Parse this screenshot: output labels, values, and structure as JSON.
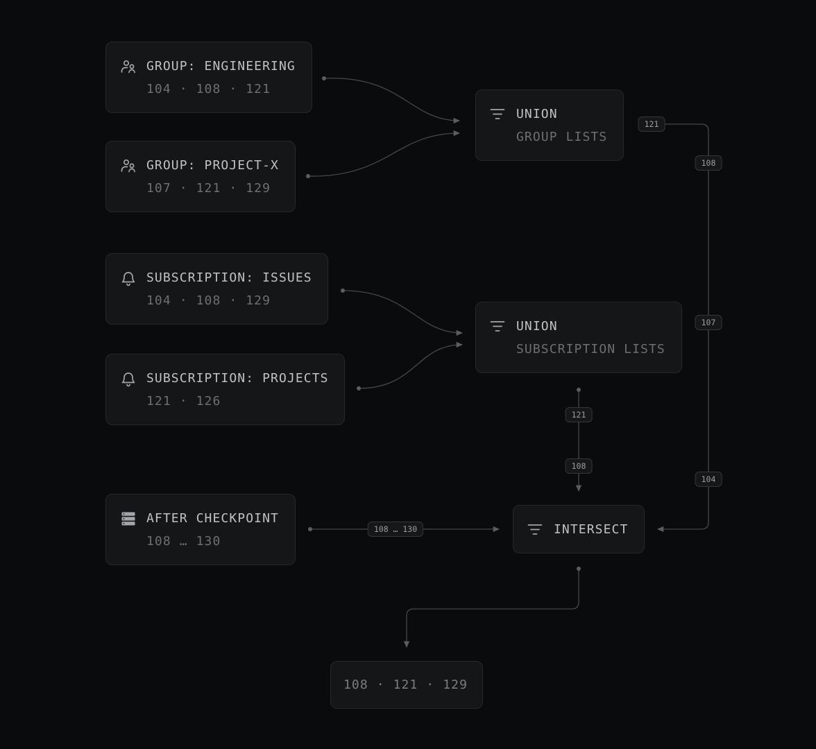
{
  "nodes": {
    "group_engineering": {
      "icon": "users-icon",
      "title": "GROUP: ENGINEERING",
      "values": "104 · 108 · 121"
    },
    "group_project_x": {
      "icon": "users-icon",
      "title": "GROUP: PROJECT-X",
      "values": "107 · 121 · 129"
    },
    "subscription_issues": {
      "icon": "bell-icon",
      "title": "SUBSCRIPTION: ISSUES",
      "values": "104 · 108 · 129"
    },
    "subscription_projects": {
      "icon": "bell-icon",
      "title": "SUBSCRIPTION: PROJECTS",
      "values": "121 · 126"
    },
    "after_checkpoint": {
      "icon": "database-icon",
      "title": "AFTER CHECKPOINT",
      "values": "108 … 130"
    },
    "union_groups": {
      "icon": "filter-icon",
      "title": "UNION",
      "subtitle": "GROUP LISTS"
    },
    "union_subscriptions": {
      "icon": "filter-icon",
      "title": "UNION",
      "subtitle": "SUBSCRIPTION LISTS"
    },
    "intersect": {
      "icon": "filter-icon",
      "title": "INTERSECT"
    },
    "result": {
      "values": "108 · 121 · 129"
    }
  },
  "edge_labels": {
    "union_groups_out": [
      "121",
      "108",
      "107",
      "104"
    ],
    "union_subscriptions_out": [
      "121",
      "108"
    ],
    "checkpoint_out": "108 … 130"
  },
  "colors": {
    "background": "#0a0b0d",
    "node_fill": "#151618",
    "node_border": "#26282b",
    "edge": "#4a4d52",
    "text_primary": "#c0c2c6",
    "text_secondary": "#6c6f74"
  }
}
